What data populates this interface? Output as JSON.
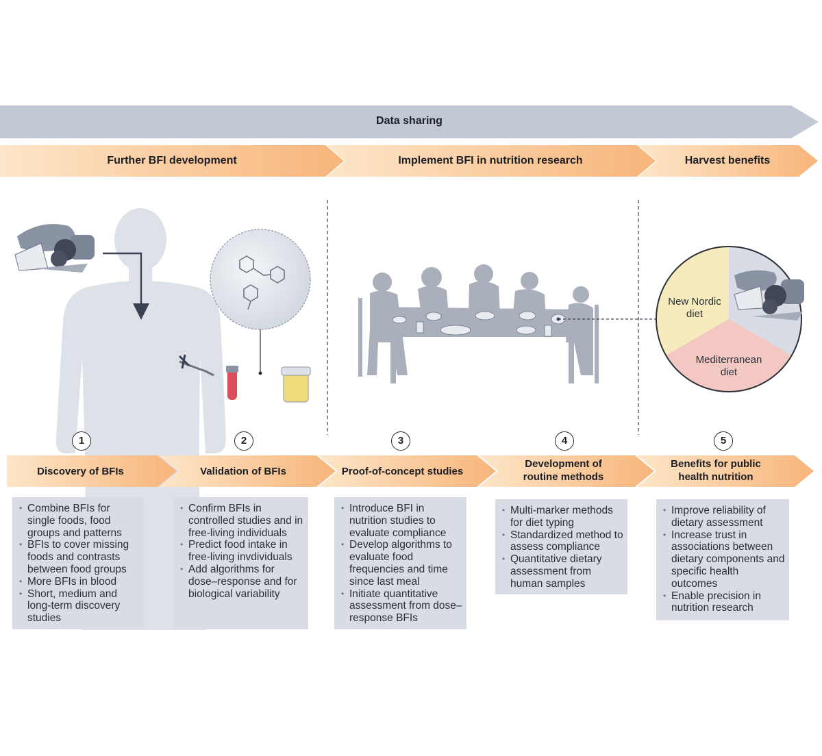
{
  "banners": {
    "data_sharing": "Data sharing",
    "phase_1": "Further BFI development",
    "phase_2": "Implement BFI in nutrition research",
    "phase_3": "Harvest benefits"
  },
  "diet_pie": {
    "slices": [
      {
        "label_line1": "New Nordic",
        "label_line2": "diet",
        "color": "#f7ebbd"
      },
      {
        "label_line1": "Mediterranean",
        "label_line2": "diet",
        "color": "#f3c8c3"
      },
      {
        "label_line1": "",
        "label_line2": "",
        "color": "#d8dde5"
      }
    ]
  },
  "steps": [
    {
      "number": "1",
      "title_line1": "Discovery of BFIs",
      "title_line2": "",
      "bullets": [
        "Combine BFIs for single foods, food groups and patterns",
        "BFIs to cover missing foods and contrasts between food groups",
        "More BFIs in blood",
        "Short, medium and long-term discovery studies"
      ]
    },
    {
      "number": "2",
      "title_line1": "Validation of BFIs",
      "title_line2": "",
      "bullets": [
        "Confirm BFIs in controlled studies and in free-living individuals",
        "Predict food intake in free-living invdividuals",
        "Add algorithms for dose–response and for biological variability"
      ]
    },
    {
      "number": "3",
      "title_line1": "Proof-of-concept studies",
      "title_line2": "",
      "bullets": [
        "Introduce BFI in nutrition studies to evaluate compliance",
        "Develop algorithms to evaluate food frequencies and time since last meal",
        "Initiate quantitative assessment from dose–response BFIs"
      ]
    },
    {
      "number": "4",
      "title_line1": "Development of",
      "title_line2": "routine methods",
      "bullets": [
        "Multi-marker methods for diet typing",
        "Standardized method to assess compliance",
        "Quantitative dietary assessment from human samples"
      ]
    },
    {
      "number": "5",
      "title_line1": "Benefits for public",
      "title_line2": "health nutrition",
      "bullets": [
        "Improve reliability of dietary assessment",
        "Increase trust in associations between dietary components and specific health outcomes",
        "Enable precision in nutrition research"
      ]
    }
  ],
  "colors": {
    "gray_banner": "#c2c9d4",
    "orange_light": "#fce3c4",
    "orange_dark": "#f6b578",
    "silhouette": "#dde1e8",
    "box_bg": "#d8dde5",
    "dark_arrow": "#3b4150"
  }
}
